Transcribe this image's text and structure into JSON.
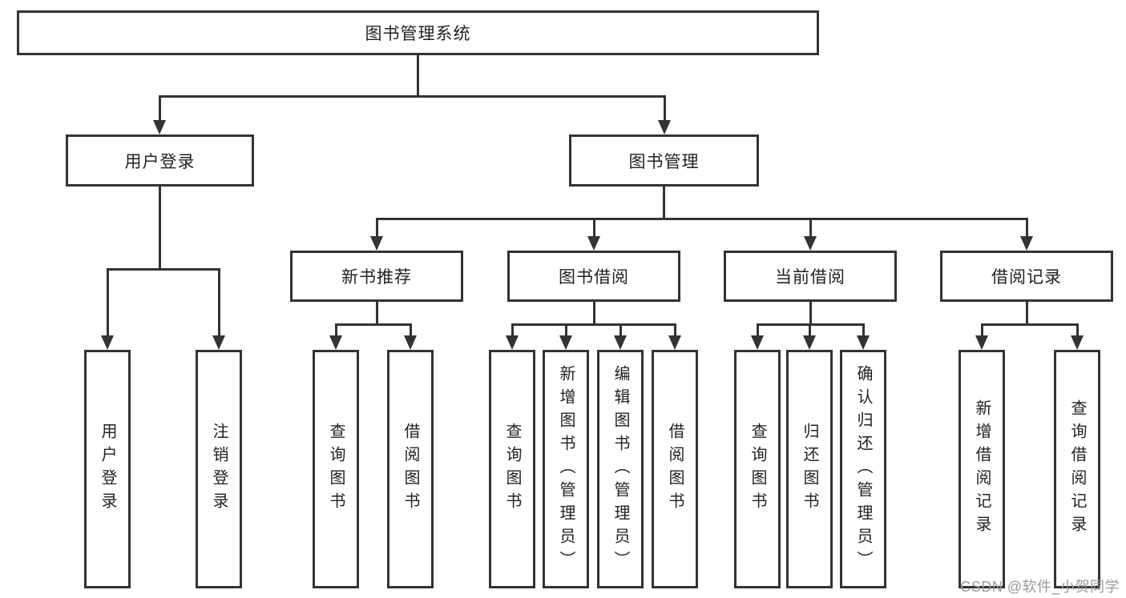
{
  "page": {
    "background": "#ffffff",
    "line_color": "#333333",
    "text_color": "#222222"
  },
  "watermark": {
    "text": "CSDN @软件_小贺同学",
    "color": "#9b9b9b"
  },
  "tree": {
    "root": {
      "label": "图书管理系统"
    },
    "branches": [
      {
        "label": "用户登录",
        "children": [
          {
            "label": "用户登录"
          },
          {
            "label": "注销登录"
          }
        ]
      },
      {
        "label": "图书管理",
        "children": [
          {
            "label": "新书推荐",
            "children": [
              {
                "label": "查询图书"
              },
              {
                "label": "借阅图书"
              }
            ]
          },
          {
            "label": "图书借阅",
            "children": [
              {
                "label": "查询图书"
              },
              {
                "label": "新增图书（管理员）"
              },
              {
                "label": "编辑图书（管理员）"
              },
              {
                "label": "借阅图书"
              }
            ]
          },
          {
            "label": "当前借阅",
            "children": [
              {
                "label": "查询图书"
              },
              {
                "label": "归还图书"
              },
              {
                "label": "确认归还（管理员）"
              }
            ]
          },
          {
            "label": "借阅记录",
            "children": [
              {
                "label": "新增借阅记录"
              },
              {
                "label": "查询借阅记录"
              }
            ]
          }
        ]
      }
    ]
  }
}
